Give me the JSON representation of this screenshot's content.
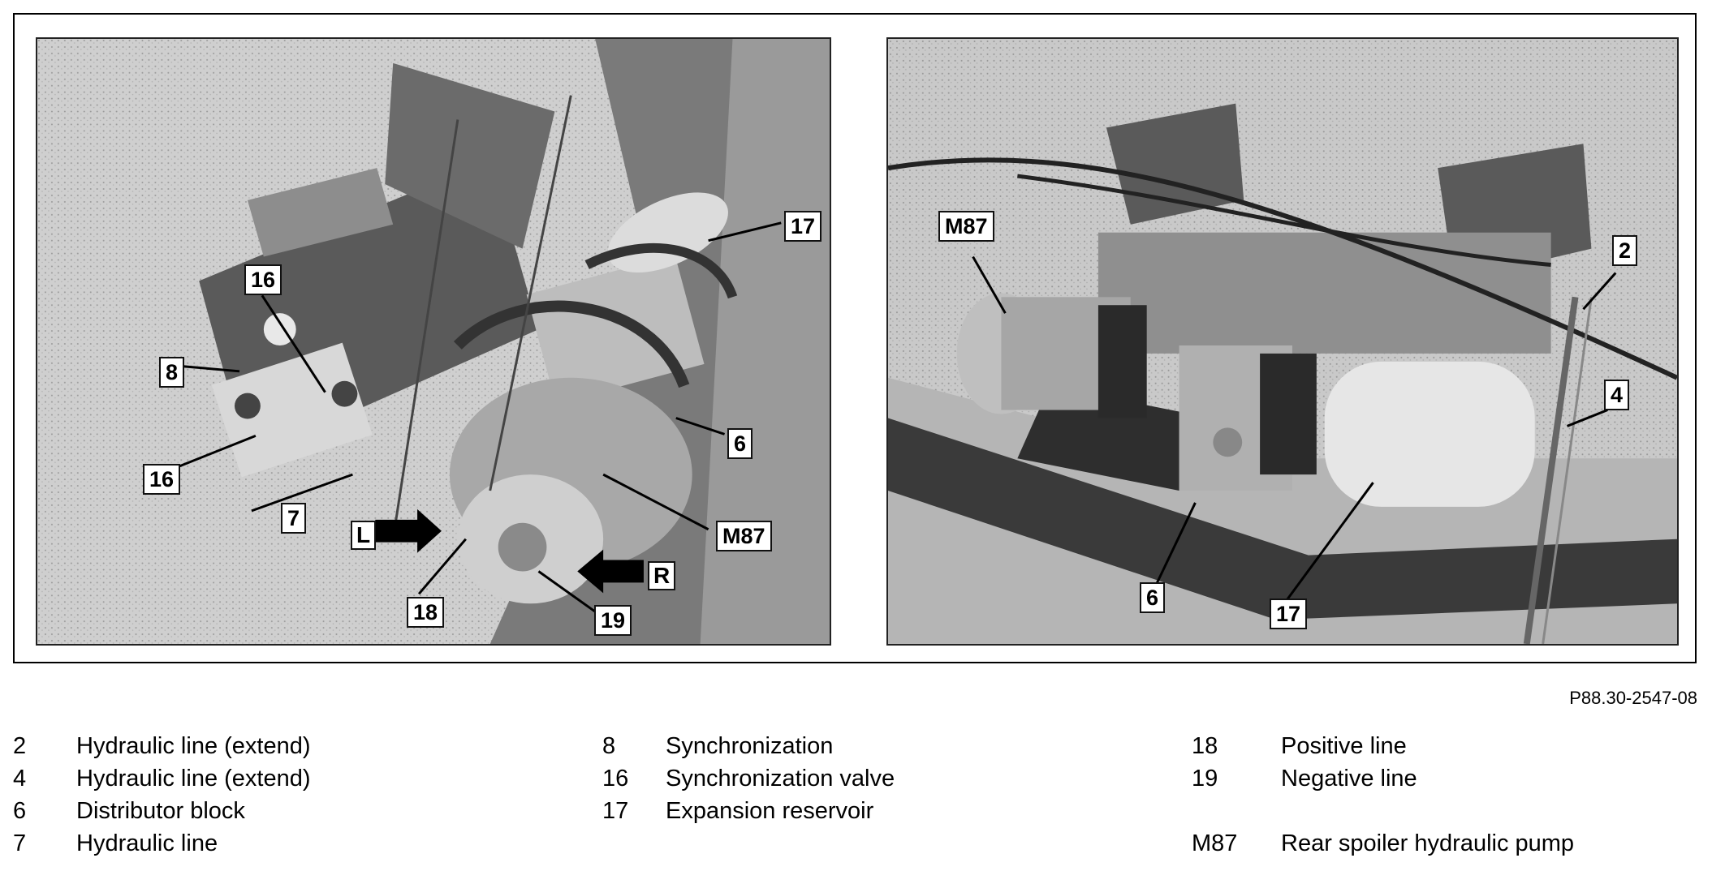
{
  "figure_reference": "P88.30-2547-08",
  "left_photo": {
    "callouts": [
      "17",
      "16",
      "8",
      "6",
      "16",
      "7",
      "M87",
      "18",
      "19"
    ],
    "arrows": [
      {
        "label": "L"
      },
      {
        "label": "R"
      }
    ]
  },
  "right_photo": {
    "callouts": [
      "M87",
      "2",
      "4",
      "6",
      "17"
    ]
  },
  "legend": {
    "columns": [
      [
        {
          "number": "2",
          "text": "Hydraulic line (extend)"
        },
        {
          "number": "4",
          "text": "Hydraulic line (extend)"
        },
        {
          "number": "6",
          "text": "Distributor block"
        },
        {
          "number": "7",
          "text": "Hydraulic line"
        }
      ],
      [
        {
          "number": "8",
          "text": "Synchronization"
        },
        {
          "number": "16",
          "text": "Synchronization valve"
        },
        {
          "number": "17",
          "text": "Expansion reservoir"
        }
      ],
      [
        {
          "number": "18",
          "text": "Positive line"
        },
        {
          "number": "19",
          "text": "Negative line"
        },
        {
          "number": "",
          "text": ""
        },
        {
          "number": "M87",
          "text": "Rear spoiler hydraulic pump"
        }
      ]
    ]
  }
}
